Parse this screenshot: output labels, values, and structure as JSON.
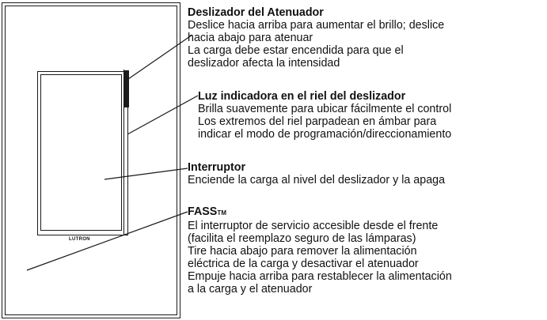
{
  "device": {
    "logo": "LUTRON"
  },
  "callouts": {
    "slider": {
      "title": "Deslizador del Atenuador",
      "lines": [
        "Deslice hacia arriba para aumentar el brillo; deslice",
        "hacia abajo para atenuar",
        "La carga debe estar encendida para que el",
        "deslizador afecta la intensidad"
      ]
    },
    "indicator": {
      "title": "Luz indicadora en el riel del deslizador",
      "lines": [
        "Brilla suavemente para ubicar fácilmente el control",
        "Los extremos del riel parpadean en ámbar para",
        "indicar el modo de programación/direccionamiento"
      ]
    },
    "switch": {
      "title": "Interruptor",
      "lines": [
        "Enciende la carga al nivel del deslizador y la apaga"
      ]
    },
    "fass": {
      "title": "FASS",
      "title_suffix": "TM",
      "lines": [
        "El interruptor de servicio accesible desde el frente",
        "(facilita el reemplazo seguro de las lámparas)",
        "Tire hacia abajo para remover la alimentación",
        "eléctrica de la carga y desactivar el atenuador",
        "Empuje hacia arriba para restablecer la alimentación",
        "a la carga y el atenuador"
      ]
    }
  }
}
